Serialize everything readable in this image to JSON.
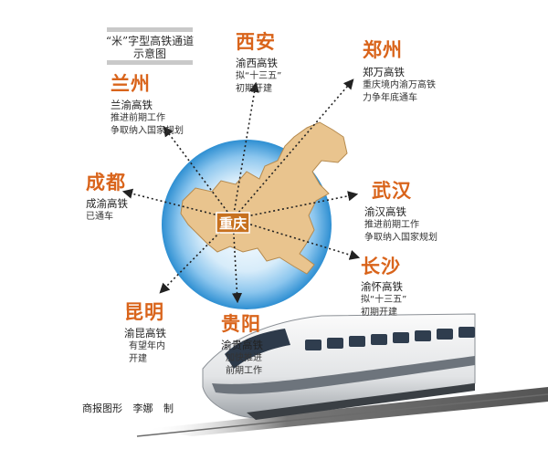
{
  "title": {
    "line1": "“米”字型高铁通道",
    "line2": "示意图"
  },
  "hub": {
    "city": "重庆"
  },
  "spokes": [
    {
      "city": "西安",
      "rail": "渝西高铁",
      "notes": [
        "拟“十三五”",
        "初期开建"
      ]
    },
    {
      "city": "郑州",
      "rail": "郑万高铁",
      "notes": [
        "重庆境内渝万高铁",
        "力争年底通车"
      ]
    },
    {
      "city": "兰州",
      "rail": "兰渝高铁",
      "notes": [
        "推进前期工作",
        "争取纳入国家规划"
      ]
    },
    {
      "city": "成都",
      "rail": "成渝高铁",
      "notes": [
        "已通车"
      ]
    },
    {
      "city": "武汉",
      "rail": "渝汉高铁",
      "notes": [
        "推进前期工作",
        "争取纳入国家规划"
      ]
    },
    {
      "city": "长沙",
      "rail": "渝怀高铁",
      "notes": [
        "拟“十三五”",
        "初期开建"
      ]
    },
    {
      "city": "昆明",
      "rail": "渝昆高铁",
      "notes": [
        "有望年内",
        "开建"
      ]
    },
    {
      "city": "贵阳",
      "rail": "渝贵高铁",
      "notes": [
        "加快推进",
        "前期工作"
      ]
    }
  ],
  "credit": {
    "source": "商报图形",
    "author": "李娜",
    "suffix": "制"
  },
  "colors": {
    "city_label": "#d9641b",
    "map_fill": "#e9c48e",
    "halo_outer": "#ffffff",
    "halo_mid": "#a8d6f3",
    "halo_inner": "#2e8fd2",
    "arrow": "#222222"
  }
}
